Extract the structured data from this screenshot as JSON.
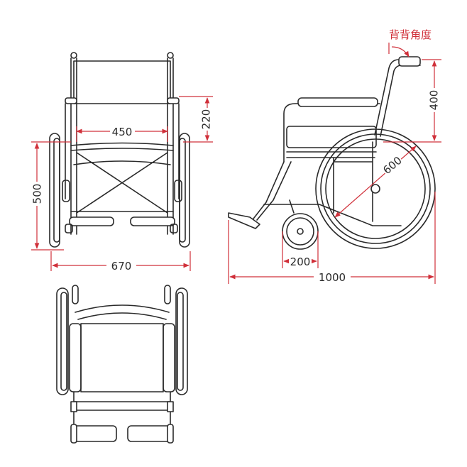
{
  "dimensions": {
    "seat_width": "450",
    "armrest_height": "220",
    "seat_height": "500",
    "overall_width": "670",
    "backrest_height": "400",
    "rear_wheel": "600",
    "caster": "200",
    "overall_length": "1000"
  },
  "labels": {
    "backrest_angle": "背背角度"
  },
  "colors": {
    "dimension": "#d0303a",
    "line": "#2a2a2a"
  }
}
